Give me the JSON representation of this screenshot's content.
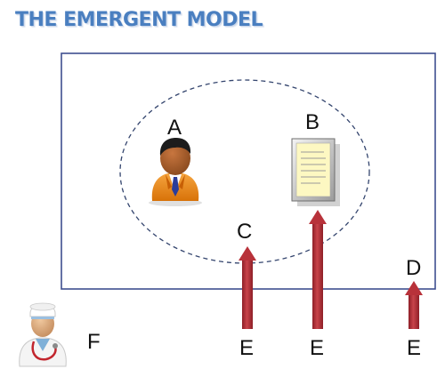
{
  "title": "THE EMERGENT MODEL",
  "labels": {
    "a": "A",
    "b": "B",
    "c": "C",
    "d": "D",
    "e1": "E",
    "e2": "E",
    "e3": "E",
    "f": "F"
  },
  "icons": {
    "person": "business-person-icon",
    "document": "framed-document-icon",
    "doctor": "doctor-icon"
  },
  "colors": {
    "title": "#4a7fc0",
    "box_border": "#3f4f8f",
    "ellipse_border": "#34456e",
    "arrow": "#b8323a",
    "person_suit": "#ef8f1f",
    "document_paper": "#fdf8c2"
  }
}
